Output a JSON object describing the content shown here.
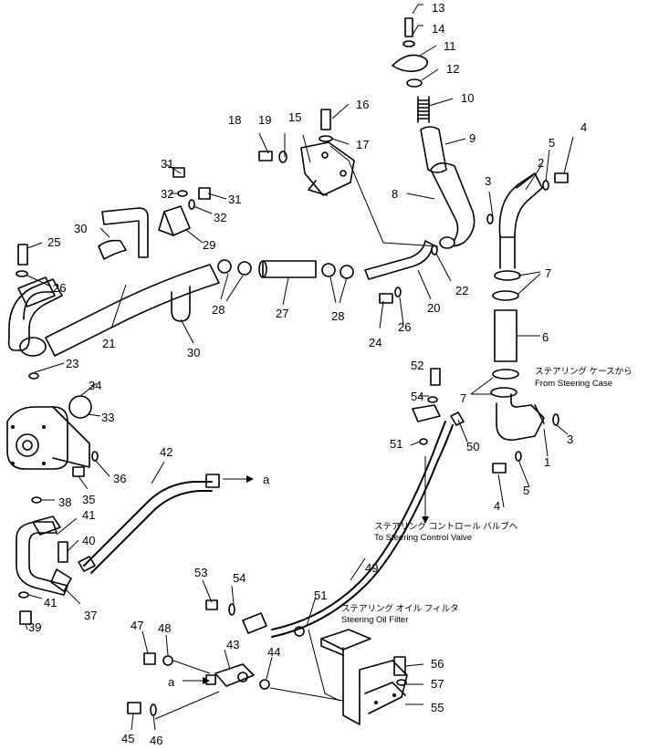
{
  "callouts": [
    {
      "id": "c13",
      "label": "13"
    },
    {
      "id": "c14",
      "label": "14"
    },
    {
      "id": "c11",
      "label": "11"
    },
    {
      "id": "c12",
      "label": "12"
    },
    {
      "id": "c10",
      "label": "10"
    },
    {
      "id": "c9",
      "label": "9"
    },
    {
      "id": "c16",
      "label": "16"
    },
    {
      "id": "c17",
      "label": "17"
    },
    {
      "id": "c18",
      "label": "18"
    },
    {
      "id": "c19",
      "label": "19"
    },
    {
      "id": "c15",
      "label": "15"
    },
    {
      "id": "c4a",
      "label": "4"
    },
    {
      "id": "c5a",
      "label": "5"
    },
    {
      "id": "c2",
      "label": "2"
    },
    {
      "id": "c3a",
      "label": "3"
    },
    {
      "id": "c8",
      "label": "8"
    },
    {
      "id": "c31a",
      "label": "31"
    },
    {
      "id": "c32a",
      "label": "32"
    },
    {
      "id": "c31b",
      "label": "31"
    },
    {
      "id": "c32b",
      "label": "32"
    },
    {
      "id": "c30a",
      "label": "30"
    },
    {
      "id": "c29",
      "label": "29"
    },
    {
      "id": "c25",
      "label": "25"
    },
    {
      "id": "c26a",
      "label": "26"
    },
    {
      "id": "c7a",
      "label": "7"
    },
    {
      "id": "c22",
      "label": "22"
    },
    {
      "id": "c20",
      "label": "20"
    },
    {
      "id": "c28a",
      "label": "28"
    },
    {
      "id": "c27",
      "label": "27"
    },
    {
      "id": "c28b",
      "label": "28"
    },
    {
      "id": "c26b",
      "label": "26"
    },
    {
      "id": "c24",
      "label": "24"
    },
    {
      "id": "c21",
      "label": "21"
    },
    {
      "id": "c30b",
      "label": "30"
    },
    {
      "id": "c6",
      "label": "6"
    },
    {
      "id": "c23",
      "label": "23"
    },
    {
      "id": "c34",
      "label": "34"
    },
    {
      "id": "c33",
      "label": "33"
    },
    {
      "id": "c52",
      "label": "52"
    },
    {
      "id": "c54a",
      "label": "54"
    },
    {
      "id": "c7b",
      "label": "7"
    },
    {
      "id": "c3b",
      "label": "3"
    },
    {
      "id": "c51a",
      "label": "51"
    },
    {
      "id": "c50",
      "label": "50"
    },
    {
      "id": "c1",
      "label": "1"
    },
    {
      "id": "c42",
      "label": "42"
    },
    {
      "id": "c36",
      "label": "36"
    },
    {
      "id": "c35",
      "label": "35"
    },
    {
      "id": "c5b",
      "label": "5"
    },
    {
      "id": "c4b",
      "label": "4"
    },
    {
      "id": "c38",
      "label": "38"
    },
    {
      "id": "c41a",
      "label": "41"
    },
    {
      "id": "c40",
      "label": "40"
    },
    {
      "id": "c49",
      "label": "49"
    },
    {
      "id": "c53",
      "label": "53"
    },
    {
      "id": "c54b",
      "label": "54"
    },
    {
      "id": "c51b",
      "label": "51"
    },
    {
      "id": "c41b",
      "label": "41"
    },
    {
      "id": "c37",
      "label": "37"
    },
    {
      "id": "c39",
      "label": "39"
    },
    {
      "id": "c47",
      "label": "47"
    },
    {
      "id": "c48",
      "label": "48"
    },
    {
      "id": "c43",
      "label": "43"
    },
    {
      "id": "c44",
      "label": "44"
    },
    {
      "id": "c56",
      "label": "56"
    },
    {
      "id": "c57",
      "label": "57"
    },
    {
      "id": "c55",
      "label": "55"
    },
    {
      "id": "c45",
      "label": "45"
    },
    {
      "id": "c46",
      "label": "46"
    }
  ],
  "annotations": {
    "from_case_jp": "ステアリング ケースから",
    "from_case_en": "From Steering Case",
    "to_valve_jp": "ステアリング コントロール バルブへ",
    "to_valve_en": "To Steering Control Valve",
    "filter_jp": "ステアリング オイル フィルタ",
    "filter_en": "Steering Oil Filter",
    "connection_a_top": "a",
    "connection_a_bottom": "a"
  }
}
